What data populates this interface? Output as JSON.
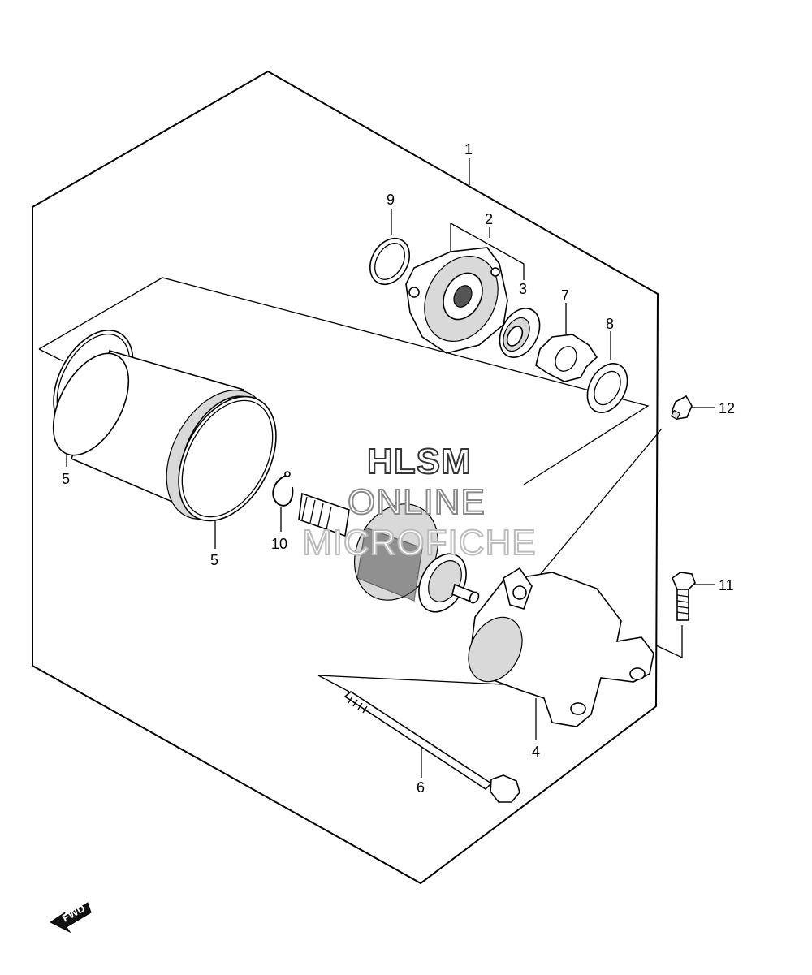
{
  "callouts": {
    "p1": "1",
    "p2": "2",
    "p3": "3",
    "p4": "4",
    "p5a": "5",
    "p5b": "5",
    "p6": "6",
    "p7": "7",
    "p8": "8",
    "p9": "9",
    "p10": "10",
    "p11": "11",
    "p12": "12"
  },
  "watermark": {
    "line1": "HLSM",
    "line2": "ONLINE",
    "line3": "MICROFICHE"
  },
  "direction_marker": "FWD"
}
